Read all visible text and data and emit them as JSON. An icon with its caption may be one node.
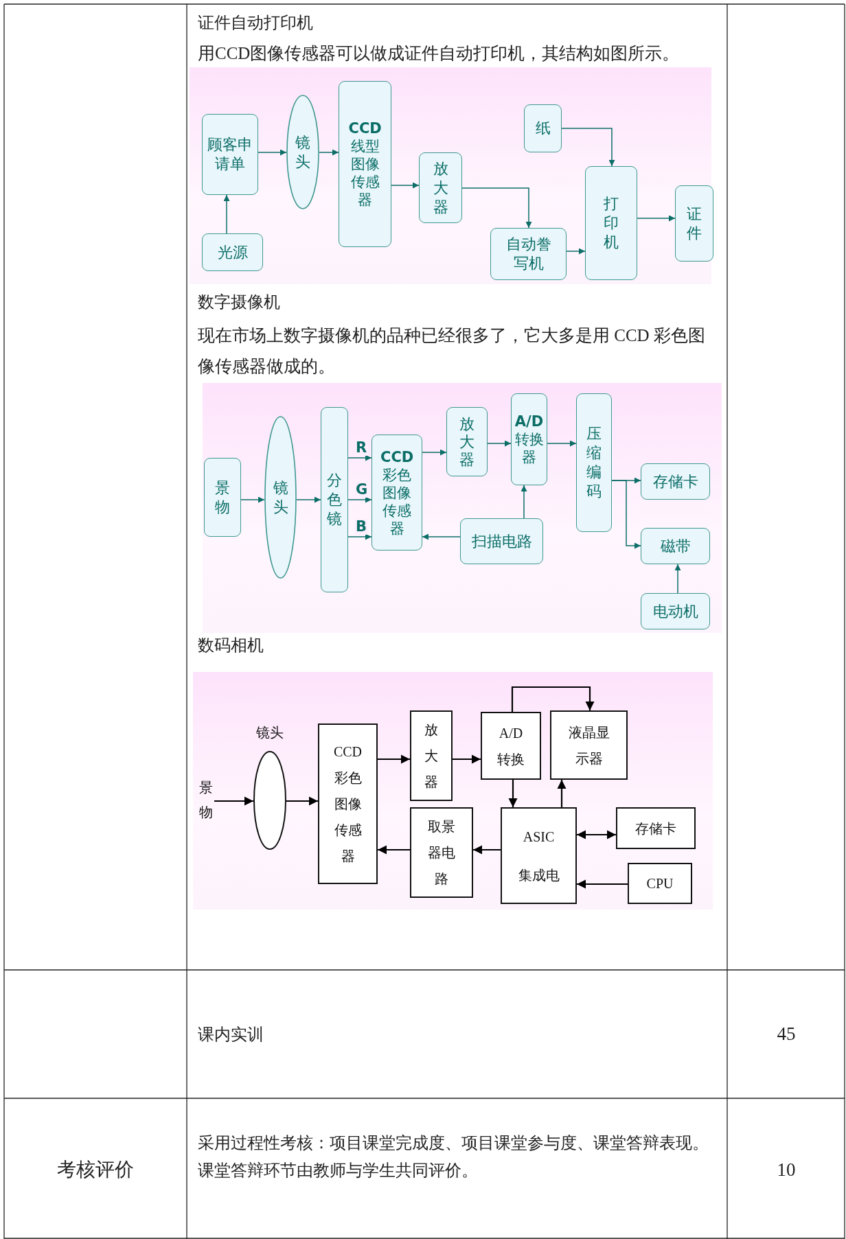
{
  "diagram": {
    "nodes": [
      {
        "text": [
          "顾客申请单"
        ]
      },
      {
        "text": [
          "镜头"
        ]
      },
      {
        "text": [
          "**CCD**线型图像传感器"
        ]
      },
      {
        "text": [
          "放大器"
        ]
      },
      {
        "text": [
          "纸"
        ]
      },
      {
        "text": [
          "自动誊写机"
        ]
      },
      {
        "text": [
          "打印机"
        ]
      },
      {
        "text": [
          "证件"
        ]
      },
      {
        "text": [
          "光源"
        ]
      },
      {
        "text": [
          "景物"
        ]
      },
      {
        "text": [
          "镜头"
        ]
      },
      {
        "text": [
          "分色镜"
        ]
      },
      {
        "text": [
          "**CCD**彩色图像传感器"
        ]
      },
      {
        "text": [
          "放大器"
        ]
      },
      {
        "text": [
          "**A/D**转换器"
        ]
      },
      {
        "text": [
          "压缩编码"
        ]
      },
      {
        "text": [
          "存储卡"
        ]
      },
      {
        "text": [
          "扫描电路"
        ]
      },
      {
        "text": [
          "磁带"
        ]
      },
      {
        "text": [
          "电动机"
        ]
      },
      {
        "text": [
          "景物"
        ]
      },
      {
        "text": [
          "镜头"
        ]
      },
      {
        "text": [
          "CCD彩色图像传感器"
        ]
      },
      {
        "text": [
          "放大器"
        ]
      },
      {
        "text": [
          "A/D转换"
        ]
      },
      {
        "text": [
          "液晶显示器"
        ]
      },
      {
        "text": [
          "取景器电路"
        ]
      },
      {
        "text": [
          "ASIC集成电"
        ]
      },
      {
        "text": [
          "存储卡"
        ]
      },
      {
        "text": [
          "CPU"
        ]
      }
    ],
    "edges": [
      {
        "from": 8,
        "to": 0,
        "arrow": "to"
      },
      {
        "from": 0,
        "to": 1,
        "arrow": "to"
      },
      {
        "from": 1,
        "to": 2,
        "arrow": "to"
      },
      {
        "from": 2,
        "to": 3,
        "arrow": "to"
      },
      {
        "from": 3,
        "to": 5,
        "arrow": "to"
      },
      {
        "from": 5,
        "to": 6,
        "arrow": "to"
      },
      {
        "from": 4,
        "to": 6,
        "arrow": "to"
      },
      {
        "from": 6,
        "to": 7,
        "arrow": "to"
      },
      {
        "from": 9,
        "to": 10,
        "arrow": "to"
      },
      {
        "from": 10,
        "to": 11,
        "arrow": "to"
      },
      {
        "from": 11,
        "to": 12,
        "arrow": "to",
        "label": "R"
      },
      {
        "from": 11,
        "to": 12,
        "arrow": "to",
        "label": "G"
      },
      {
        "from": 11,
        "to": 12,
        "arrow": "to",
        "label": "B"
      },
      {
        "from": 12,
        "to": 13,
        "arrow": "to"
      },
      {
        "from": 13,
        "to": 14,
        "arrow": "to"
      },
      {
        "from": 14,
        "to": 15,
        "arrow": "to"
      },
      {
        "from": 17,
        "to": 14,
        "arrow": "to"
      },
      {
        "from": 17,
        "to": 12,
        "arrow": "to"
      },
      {
        "from": 15,
        "to": 16,
        "arrow": "to"
      },
      {
        "from": 15,
        "to": 18,
        "arrow": "to"
      },
      {
        "from": 19,
        "to": 18,
        "arrow": "to"
      },
      {
        "from": 20,
        "to": 21,
        "arrow": "to",
        "color": "#000000"
      },
      {
        "from": 21,
        "to": 22,
        "arrow": "to",
        "color": "#000000"
      },
      {
        "from": 22,
        "to": 23,
        "arrow": "to",
        "color": "#000000"
      },
      {
        "from": 23,
        "to": 24,
        "arrow": "to",
        "color": "#000000"
      },
      {
        "from": 24,
        "to": 25,
        "arrow": "to",
        "color": "#000000"
      },
      {
        "from": 24,
        "to": 27,
        "arrow": "to",
        "color": "#000000"
      },
      {
        "from": 27,
        "to": 25,
        "arrow": "to",
        "color": "#000000"
      },
      {
        "from": 27,
        "to": 26,
        "arrow": "to",
        "color": "#000000"
      },
      {
        "from": 26,
        "to": 22,
        "arrow": "to",
        "color": "#000000"
      },
      {
        "from": 27,
        "to": 28,
        "arrow": "both",
        "color": "#000000"
      },
      {
        "from": 29,
        "to": 27,
        "arrow": "to",
        "color": "#000000"
      }
    ],
    "labels": [
      "证件自动打印机",
      "用CCD图像传感器可以做成证件自动打印机，其结构如图所示。",
      "数字摄像机",
      "现在市场上数字摄像机的品种已经很多了，它大多是用 CCD 彩色图像传感器做成的。",
      "数码相机",
      "课内实训",
      "45",
      "考核评价",
      "采用过程性考核：项目课堂完成度、项目课堂参与度、课堂答辩表现。课堂答辩环节由教师与学生共同评价。",
      "10"
    ]
  }
}
